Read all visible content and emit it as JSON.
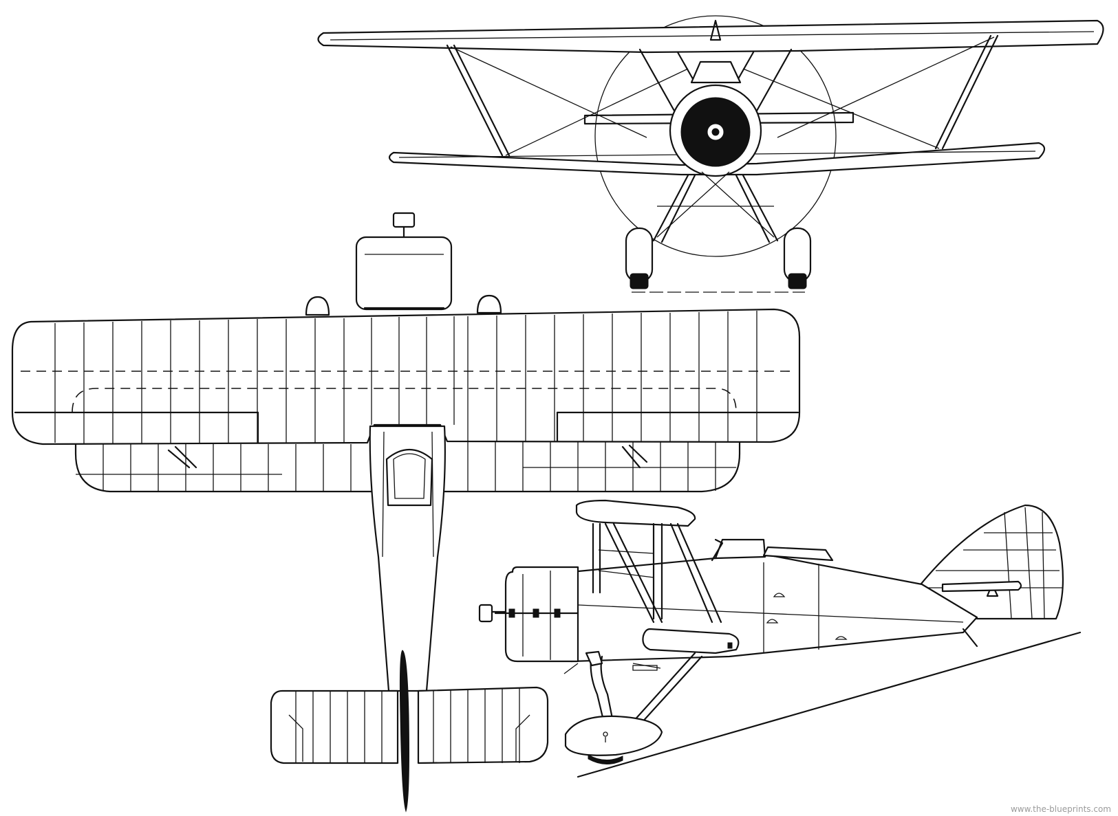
{
  "drawing": {
    "views": [
      {
        "id": "front-view"
      },
      {
        "id": "top-view"
      },
      {
        "id": "side-view"
      }
    ],
    "line_color": "#111111",
    "background_color": "#ffffff"
  },
  "watermark": {
    "text": "www.the-blueprints.com"
  }
}
